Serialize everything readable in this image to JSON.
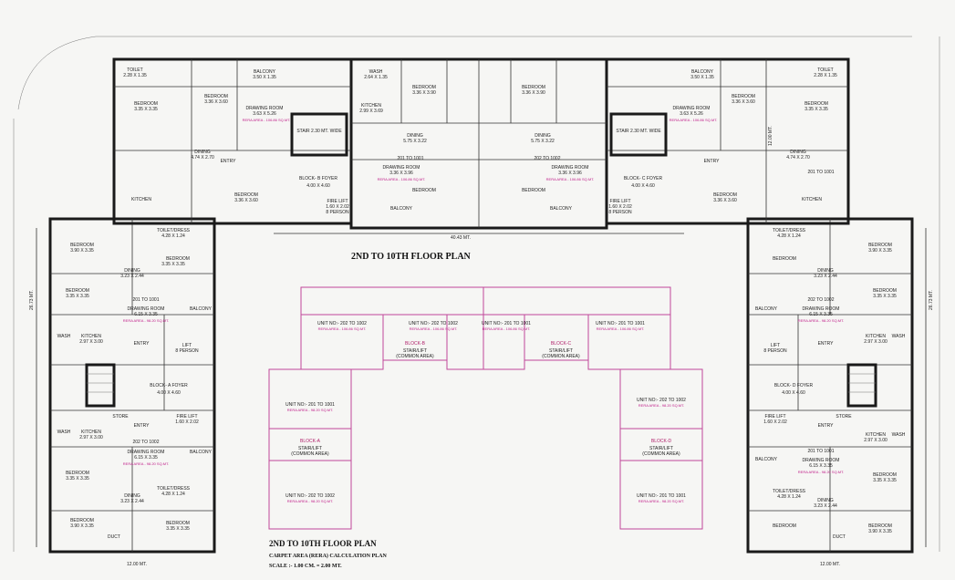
{
  "plan_title": "2ND TO 10TH FLOOR PLAN",
  "carpet_title": "2ND TO 10TH  FLOOR PLAN",
  "carpet_subtitle": "CARPET AREA (RERA) CALCULATION PLAN",
  "scale": "SCALE :- 1.00 CM. = 2.00 MT.",
  "dims": {
    "overall_width": "40.43 MT.",
    "left_height": "26.73 MT.",
    "right_height": "26.73 MT.",
    "left_bottom": "12.00 MT.",
    "right_bottom": "12.00 MT.",
    "right_top": "12.00 MT."
  },
  "rooms": {
    "toilet": "TOILET",
    "bedroom": "BEDROOM",
    "dining": "DINING",
    "kitchen": "KITCHEN",
    "balcony": "BALCONY",
    "wash": "WASH",
    "entry": "ENTRY",
    "drawing": "DRAWING ROOM",
    "store": "STORE",
    "lift": "LIFT",
    "fire_lift": "FIRE LIFT",
    "toilet_dress": "TOILET/DRESS",
    "stair": "STAIR",
    "duct": "DUCT"
  },
  "room_sizes": {
    "bed_a": "3.36 X 3.60",
    "bed_b": "3.36 X 3.90",
    "bed_c": "3.90 X 3.35",
    "bed_d": "3.35 X 3.35",
    "dining_a": "4.74 X 2.70",
    "dining_b": "5.75 X 3.22",
    "dining_c": "3.23 X 2.44",
    "kitchen_a": "2.99 X 3.69",
    "kitchen_b": "2.97 X 3.00",
    "drawing_a": "3.63 X 5.26",
    "drawing_b": "6.15 X 3.35",
    "drawing_c": "3.36 X 3.96",
    "balcony_a": "3.50 X 1.35",
    "toilet_a": "2.28 X 1.35",
    "wash_a": "2.64 X 1.35",
    "lift_a": "1.60 X 2.02",
    "foyer": "4.00 X 4.60",
    "toilet_dress_a": "4.28 X 1.24",
    "stair_a": "STAIR 2.30 MT. WIDE"
  },
  "units": {
    "u201_1001": "201 TO 1001",
    "u202_1002": "202 TO 1002",
    "unit_201": "UNIT NO:- 201 TO 1001",
    "unit_202": "UNIT NO:- 202 TO 1002"
  },
  "rera": {
    "a": "RERA AREA - 98.20 SQ.MT.",
    "b": "RERA AREA - 106.86 SQ.MT."
  },
  "foyers": {
    "a": "BLOCK- A FOYER",
    "b": "BLOCK- B FOYER",
    "c": "BLOCK- C FOYER",
    "d": "BLOCK- D FOYER"
  },
  "blocks": {
    "a": "BLOCK-A",
    "b": "BLOCK-B",
    "c": "BLOCK-C",
    "d": "BLOCK-D",
    "common": "STAIR/LIFT",
    "common_sub": "(COMMON AREA)"
  },
  "persons": "8 PERSON"
}
